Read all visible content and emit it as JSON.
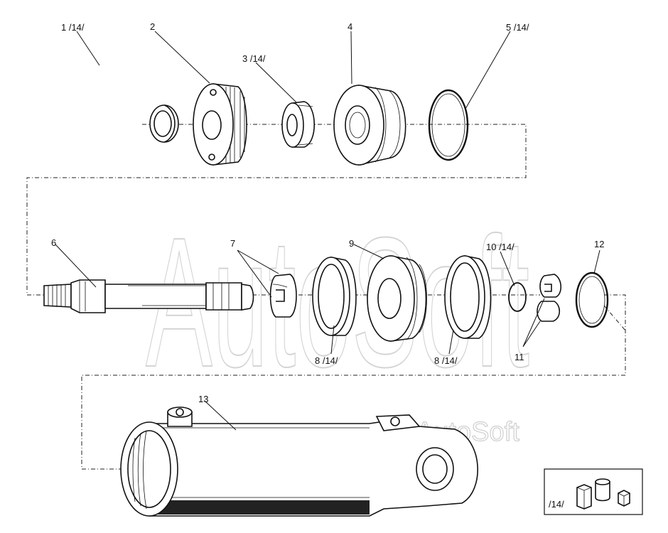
{
  "watermark": {
    "main": "AutoSoft",
    "small": "AutoSoft"
  },
  "labels": {
    "p1": "1 /14/",
    "p2": "2",
    "p3": "3 /14/",
    "p4": "4",
    "p5": "5 /14/",
    "p6": "6",
    "p7": "7",
    "p8a": "8 /14/",
    "p8b": "8 /14/",
    "p9": "9",
    "p10": "10 /14/",
    "p11": "11",
    "p12": "12",
    "p13": "13"
  },
  "kit_box": {
    "label": "/14/"
  }
}
